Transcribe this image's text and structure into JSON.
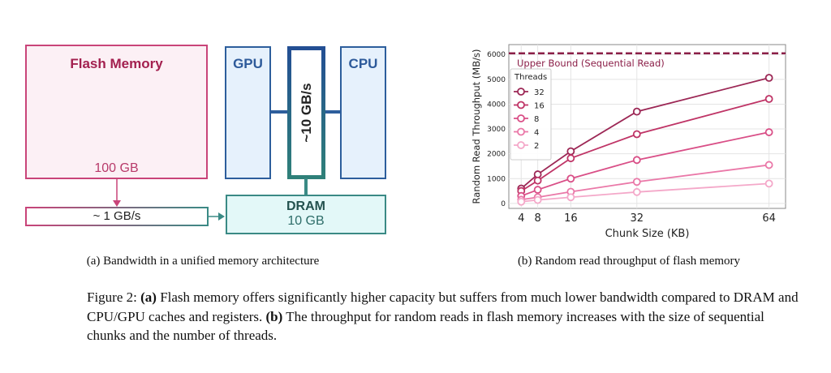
{
  "diagram": {
    "flash_title": "Flash Memory",
    "flash_capacity": "100 GB",
    "gpu": "GPU",
    "cpu": "CPU",
    "bus_bandwidth": "~10 GB/s",
    "dram_title": "DRAM",
    "dram_capacity": "10 GB",
    "flash_bandwidth": "~ 1 GB/s",
    "colors": {
      "flash": "#c94479",
      "proc": "#2d5e9c",
      "dram": "#3a8a85"
    }
  },
  "captions": {
    "a": "(a) Bandwidth in a unified memory architecture",
    "b": "(b) Random read throughput of flash memory"
  },
  "figure_caption": {
    "label": "Figure 2: ",
    "a_tag": "(a)",
    "a_text": " Flash memory offers significantly higher capacity but suffers from much lower bandwidth compared to DRAM and CPU/GPU caches and registers. ",
    "b_tag": "(b)",
    "b_text": " The throughput for random reads in flash memory increases with the size of sequential chunks and the number of threads."
  },
  "chart_data": {
    "type": "line",
    "title": "",
    "xlabel": "Chunk Size (KB)",
    "ylabel": "Random Read Throughput (MB/s)",
    "x": [
      4,
      8,
      16,
      32,
      64
    ],
    "xticks": [
      "4",
      "8",
      "16",
      "32",
      "64"
    ],
    "yticks": [
      "0",
      "1000",
      "2000",
      "3000",
      "4000",
      "5000",
      "6000"
    ],
    "xlim": [
      1,
      68
    ],
    "ylim": [
      -200,
      6400
    ],
    "grid": true,
    "legend_title": "Threads",
    "legend_position": "upper-left",
    "upper_bound": {
      "value": 6050,
      "label": "Upper Bound (Sequential Read)",
      "color": "#8b1f48"
    },
    "series": [
      {
        "name": "32",
        "values": [
          600,
          1170,
          2100,
          3700,
          5060
        ],
        "color": "#9c2755"
      },
      {
        "name": "16",
        "values": [
          500,
          920,
          1820,
          2790,
          4210
        ],
        "color": "#bf3466"
      },
      {
        "name": "8",
        "values": [
          300,
          550,
          1000,
          1750,
          2870
        ],
        "color": "#d94f87"
      },
      {
        "name": "4",
        "values": [
          150,
          250,
          470,
          870,
          1550
        ],
        "color": "#ea78a8"
      },
      {
        "name": "2",
        "values": [
          70,
          140,
          250,
          460,
          800
        ],
        "color": "#f4a8c9"
      }
    ]
  }
}
